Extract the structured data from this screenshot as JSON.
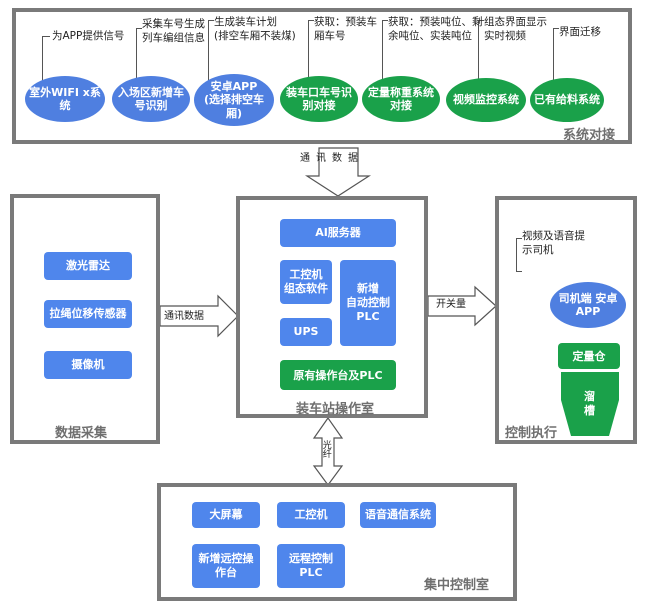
{
  "colors": {
    "border": "#7a7a7a",
    "blue": "#4f7fe0",
    "green": "#1aa14a",
    "title_gray": "#6f6f6f"
  },
  "system_docking": {
    "title": "系统对接",
    "labels": [
      "为APP提供信号",
      "采集车号生成\n列车编组信息",
      "生成装车计划\n(排空车厢不装煤)",
      "获取：预装车\n厢车号",
      "获取：预装吨位、剩\n余吨位、实装吨位",
      "组态界面显示\n实时视频",
      "界面迁移"
    ],
    "nodes": [
      "室外WIFI x系\n统",
      "入场区新增车\n号识别",
      "安卓APP\n(选择排空车\n厢)",
      "装车口车号识\n别对接",
      "定量称重系统\n对接",
      "视频监控系统",
      "已有给料系统"
    ]
  },
  "arrow_top_label": "通讯数据",
  "data_collection": {
    "title": "数据采集",
    "items": [
      "激光雷达",
      "拉绳位移传感器",
      "摄像机"
    ]
  },
  "arrow_left_label": "通讯数据",
  "operation_room": {
    "title": "装车站操作室",
    "ai_server": "AI服务器",
    "ipc_software": "工控机\n组态软件",
    "new_plc": "新增\n自动控制\nPLC",
    "ups": "UPS",
    "existing_console": "原有操作台及PLC"
  },
  "arrow_right_label": "开关量",
  "control_exec": {
    "title": "控制执行",
    "prompt_label": "视频及语音提\n示司机",
    "driver_app": "司机端 安卓\nAPP",
    "silo": "定量仓",
    "chute": "溜\n槽"
  },
  "arrow_bottom_label": "光纤",
  "central_control": {
    "title": "集中控制室",
    "items": [
      "大屏幕",
      "工控机",
      "语音通信系统"
    ],
    "items2": [
      "新增远控操\n作台",
      "远程控制\nPLC"
    ]
  }
}
